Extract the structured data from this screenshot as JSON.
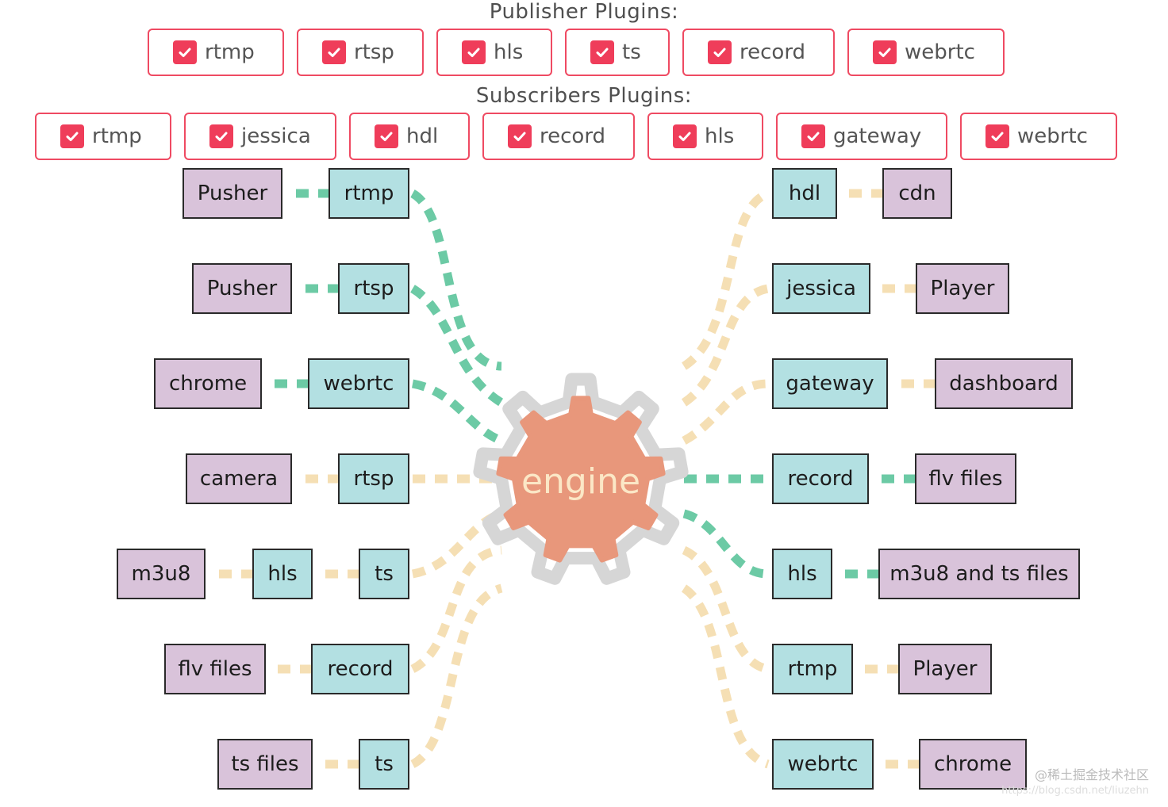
{
  "publisher": {
    "title": "Publisher Plugins:",
    "plugins": [
      "rtmp",
      "rtsp",
      "hls",
      "ts",
      "record",
      "webrtc"
    ]
  },
  "subscriber": {
    "title": "Subscribers Plugins:",
    "plugins": [
      "rtmp",
      "jessica",
      "hdl",
      "record",
      "hls",
      "gateway",
      "webrtc"
    ]
  },
  "engine": {
    "label": "engine"
  },
  "left_rows": [
    {
      "source": "Pusher",
      "plugin": "rtmp"
    },
    {
      "source": "Pusher",
      "plugin": "rtsp"
    },
    {
      "source": "chrome",
      "plugin": "webrtc"
    },
    {
      "source": "camera",
      "plugin": "rtsp"
    },
    {
      "source": "m3u8",
      "middle": "hls",
      "plugin": "ts"
    },
    {
      "source": "flv files",
      "plugin": "record"
    },
    {
      "source": "ts files",
      "plugin": "ts"
    }
  ],
  "right_rows": [
    {
      "plugin": "hdl",
      "target": "cdn"
    },
    {
      "plugin": "jessica",
      "target": "Player"
    },
    {
      "plugin": "gateway",
      "target": "dashboard"
    },
    {
      "plugin": "record",
      "target": "flv files"
    },
    {
      "plugin": "hls",
      "target": "m3u8 and ts files"
    },
    {
      "plugin": "rtmp",
      "target": "Player"
    },
    {
      "plugin": "webrtc",
      "target": "chrome"
    }
  ],
  "watermark": {
    "text": "@稀土掘金技术社区",
    "url": "https://blog.csdn.net/liuzehn"
  },
  "colors": {
    "checkbox": "#ef3d5a",
    "plugin_border": "#ef4a62",
    "node_purple": "#d9c3da",
    "node_cyan": "#b3e0e2",
    "link_green": "#6ccaa5",
    "link_beige": "#f5dfb4",
    "engine_fill": "#e8977b",
    "engine_text": "#fbe7c6",
    "gear_gray": "#d6d6d6"
  }
}
